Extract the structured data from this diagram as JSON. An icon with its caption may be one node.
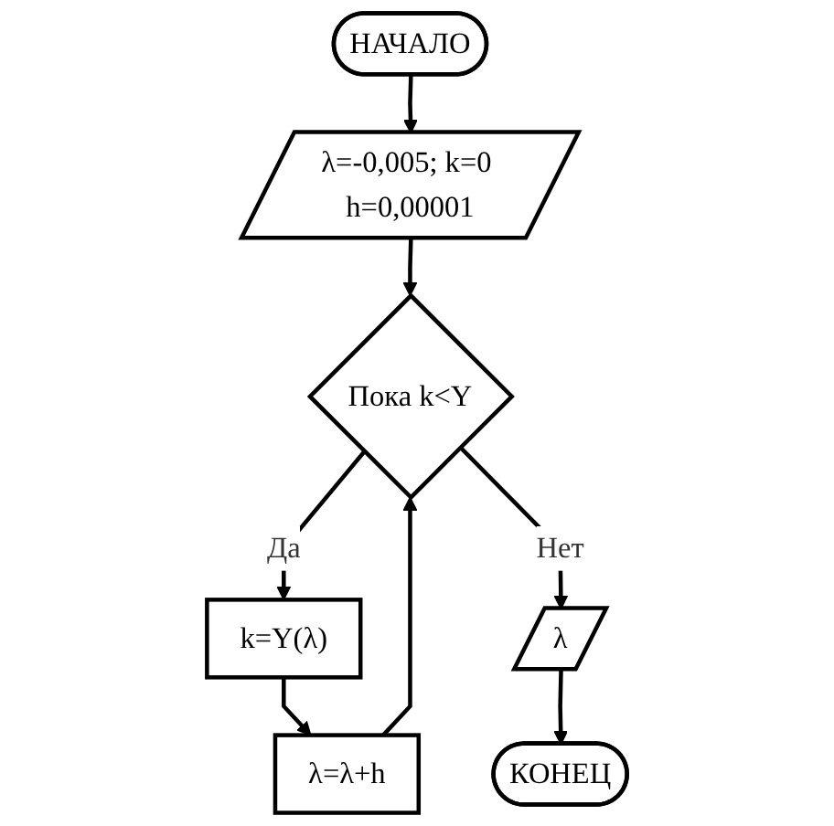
{
  "diagram": {
    "nodes": [
      {
        "text": [
          "НАЧАЛО"
        ]
      },
      {
        "text": [
          "λ=-0,005; k=0 h=0,00001"
        ]
      },
      {
        "text": [
          "Пока k<Y"
        ]
      },
      {
        "text": [
          "k=Y(λ)"
        ]
      },
      {
        "text": [
          "λ=λ+h"
        ]
      },
      {
        "text": [
          "λ"
        ]
      },
      {
        "text": [
          "КОНЕЦ"
        ]
      }
    ],
    "edges": [
      {
        "from": 0,
        "to": 1,
        "arrow": "to"
      },
      {
        "from": 1,
        "to": 2,
        "arrow": "to"
      },
      {
        "from": 2,
        "to": 3,
        "arrow": "to",
        "label": "Да"
      },
      {
        "from": 3,
        "to": 4,
        "arrow": "to"
      },
      {
        "from": 4,
        "to": 2,
        "arrow": "to"
      },
      {
        "from": 2,
        "to": 5,
        "arrow": "to",
        "label": "Нет"
      },
      {
        "from": 5,
        "to": 6,
        "arrow": "to"
      }
    ]
  }
}
